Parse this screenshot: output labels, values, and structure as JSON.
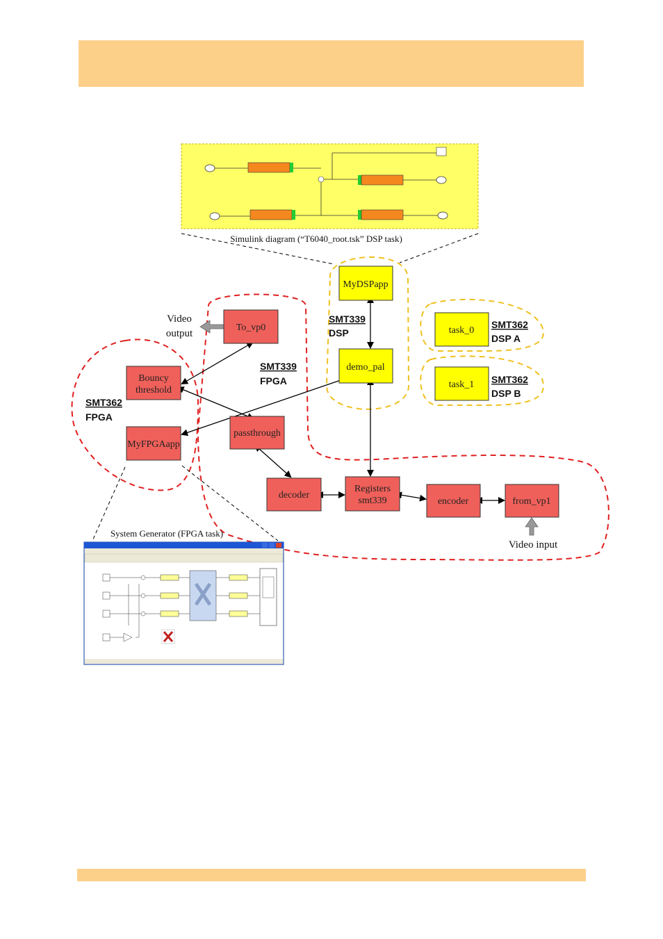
{
  "colors": {
    "band": "#fdd08a",
    "fpga_block": "#f0605a",
    "dsp_block": "#ffff00",
    "fpga_group": "#e02020",
    "dsp_group": "#f0c020",
    "simulink_bg": "#ffff66"
  },
  "captions": {
    "simulink": "Simulink diagram (“T6040_root.tsk” DSP task)",
    "sysgen": "System Generator (FPGA task)"
  },
  "io": {
    "video_output_line1": "Video",
    "video_output_line2": "output",
    "video_input": "Video input"
  },
  "groups": {
    "smt339_dsp": {
      "line1": "SMT339",
      "line2": "DSP"
    },
    "smt339_fpga": {
      "line1": "SMT339",
      "line2": "FPGA"
    },
    "smt362_fpga": {
      "line1": "SMT362",
      "line2": "FPGA"
    },
    "smt362_dsp_a": {
      "line1": "SMT362",
      "line2": "DSP A"
    },
    "smt362_dsp_b": {
      "line1": "SMT362",
      "line2": "DSP B"
    }
  },
  "blocks": {
    "mydspapp": "MyDSPapp",
    "demo_pal": "demo_pal",
    "task_0": "task_0",
    "task_1": "task_1",
    "to_vp0": "To_vp0",
    "bouncy_line1": "Bouncy",
    "bouncy_line2": "threshold",
    "myfpgaapp": "MyFPGAapp",
    "passthrough": "passthrough",
    "decoder": "decoder",
    "registers_line1": "Registers",
    "registers_line2": "smt339",
    "encoder": "encoder",
    "from_vp1": "from_vp1"
  },
  "icons": {
    "sysgen_logo": "xilinx-logo-icon",
    "output_arrow": "left-arrow-icon",
    "input_arrow": "up-arrow-icon"
  }
}
